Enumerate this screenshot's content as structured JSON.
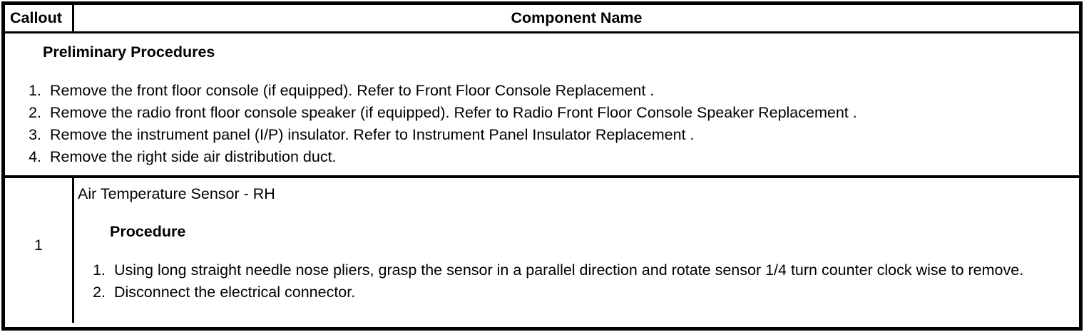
{
  "table": {
    "header": {
      "callout": "Callout",
      "component_name": "Component Name"
    }
  },
  "preliminary": {
    "heading": "Preliminary Procedures",
    "steps": [
      "Remove the front floor console (if equipped). Refer to Front Floor Console Replacement .",
      "Remove the radio front floor console speaker (if equipped). Refer to Radio Front Floor Console Speaker Replacement .",
      "Remove the instrument panel (I/P) insulator. Refer to Instrument Panel Insulator Replacement .",
      "Remove the right side air distribution duct."
    ]
  },
  "component": {
    "callout": "1",
    "name": "Air Temperature Sensor - RH",
    "procedure_heading": "Procedure",
    "steps": [
      "Using long straight needle nose pliers, grasp the sensor in a parallel direction and rotate sensor 1/4 turn counter clock wise to remove.",
      "Disconnect the electrical connector."
    ]
  },
  "colors": {
    "text": "#000000",
    "border": "#000000",
    "background": "#ffffff"
  }
}
